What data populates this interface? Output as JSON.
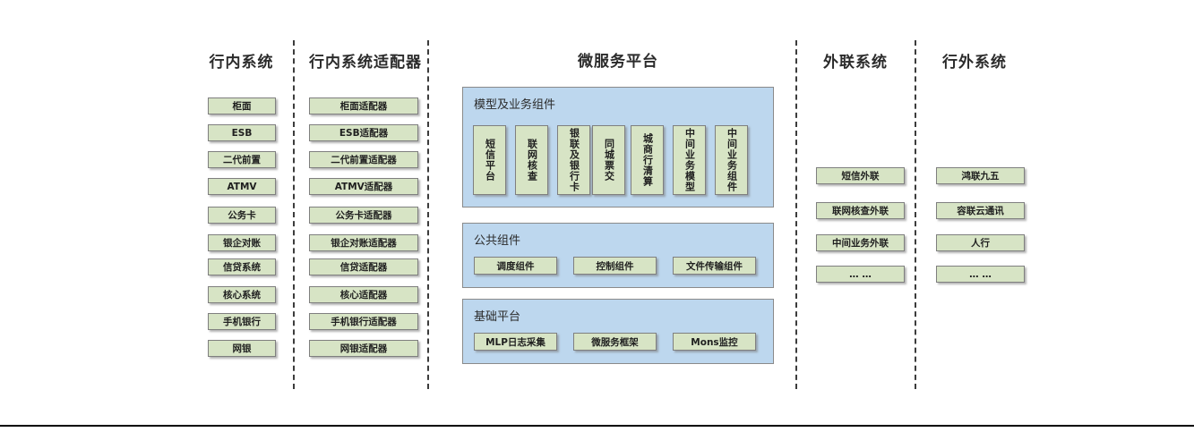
{
  "diagram": {
    "type": "layered-architecture",
    "columns": [
      {
        "id": "in-bank-systems",
        "title": "行内系统",
        "items": [
          "柜面",
          "ESB",
          "二代前置",
          "ATMV",
          "公务卡",
          "银企对账",
          "信贷系统",
          "核心系统",
          "手机银行",
          "网银"
        ]
      },
      {
        "id": "in-bank-adapters",
        "title": "行内系统适配器",
        "items": [
          "柜面适配器",
          "ESB适配器",
          "二代前置适配器",
          "ATMV适配器",
          "公务卡适配器",
          "银企对账适配器",
          "信贷适配器",
          "核心适配器",
          "手机银行适配器",
          "网银适配器"
        ]
      },
      {
        "id": "microservice-platform",
        "title": "微服务平台",
        "groups": [
          {
            "id": "model-business-components",
            "title": "模型及业务组件",
            "orientation": "vertical",
            "items": [
              "短信平台",
              "联网核查",
              "银联及银行卡",
              "同城票交",
              "城商行清算",
              "中间业务模型",
              "中间业务组件"
            ]
          },
          {
            "id": "public-components",
            "title": "公共组件",
            "orientation": "horizontal",
            "items": [
              "调度组件",
              "控制组件",
              "文件传输组件"
            ]
          },
          {
            "id": "base-platform",
            "title": "基础平台",
            "orientation": "horizontal",
            "items": [
              "MLP日志采集",
              "微服务框架",
              "Mons监控"
            ]
          }
        ]
      },
      {
        "id": "external-link-systems",
        "title": "外联系统",
        "items": [
          "短信外联",
          "联网核查外联",
          "中间业务外联",
          "… …"
        ]
      },
      {
        "id": "out-of-bank-systems",
        "title": "行外系统",
        "items": [
          "鸿联九五",
          "容联云通讯",
          "人行",
          "… …"
        ]
      }
    ]
  },
  "colors": {
    "box_fill": "#d7e4c5",
    "box_border": "#7f7f7f",
    "panel_fill": "#bdd7ee",
    "panel_border": "#8a8a8a",
    "divider": "#3c3c3c",
    "text": "#1f1f1f",
    "background": "#ffffff"
  }
}
